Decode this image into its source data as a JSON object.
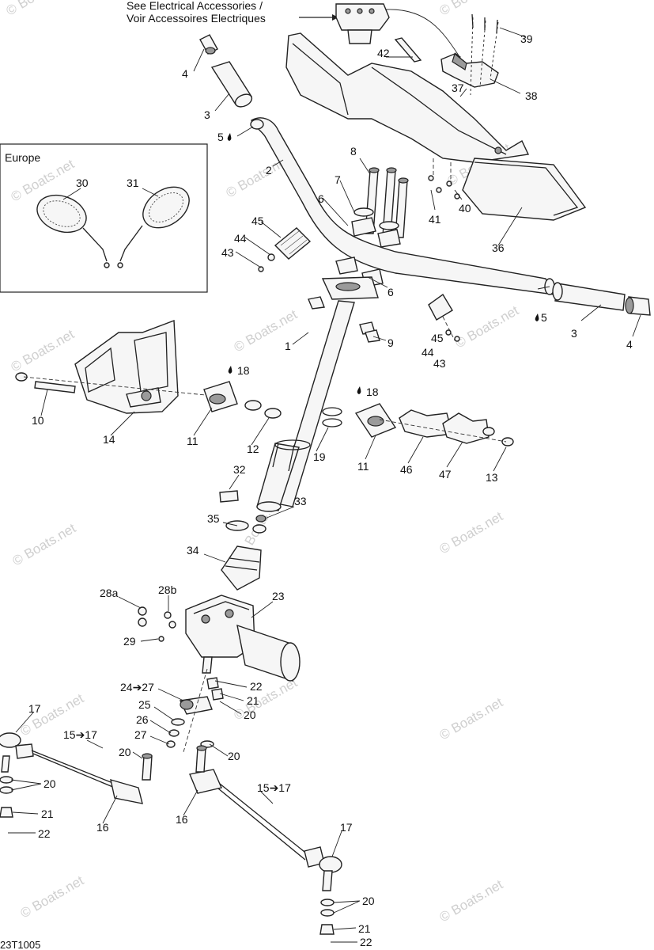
{
  "header": {
    "note_line1": "See Electrical Accessories  /",
    "note_line2": "Voir Accessoires Electriques"
  },
  "inset": {
    "title": "Europe"
  },
  "watermark": "© Boats.net",
  "figure_code": "23T1005",
  "callouts": {
    "c1": "1",
    "c2": "2",
    "c3a": "3",
    "c3b": "3",
    "c4a": "4",
    "c4b": "4",
    "c5a": "5",
    "c5b": "5",
    "c6a": "6",
    "c6b": "6",
    "c7": "7",
    "c8": "8",
    "c9": "9",
    "c10": "10",
    "c11a": "11",
    "c11b": "11",
    "c12": "12",
    "c13": "13",
    "c14": "14",
    "c15a": "15➔17",
    "c15b": "15➔17",
    "c16a": "16",
    "c16b": "16",
    "c17a": "17",
    "c17b": "17",
    "c18a": "18",
    "c18b": "18",
    "c19": "19",
    "c20a": "20",
    "c20b": "20",
    "c20c": "20",
    "c20d": "20",
    "c20e": "20",
    "c21a": "21",
    "c21b": "21",
    "c21c": "21",
    "c22a": "22",
    "c22b": "22",
    "c22c": "22",
    "c23": "23",
    "c24": "24➔27",
    "c25": "25",
    "c26": "26",
    "c27": "27",
    "c28a": "28a",
    "c28b": "28b",
    "c29": "29",
    "c30": "30",
    "c31": "31",
    "c32": "32",
    "c33": "33",
    "c34": "34",
    "c35": "35",
    "c36": "36",
    "c37": "37",
    "c38": "38",
    "c39": "39",
    "c40": "40",
    "c41": "41",
    "c42": "42",
    "c43a": "43",
    "c43b": "43",
    "c44a": "44",
    "c44b": "44",
    "c45a": "45",
    "c45b": "45",
    "c46": "46",
    "c47": "47"
  }
}
